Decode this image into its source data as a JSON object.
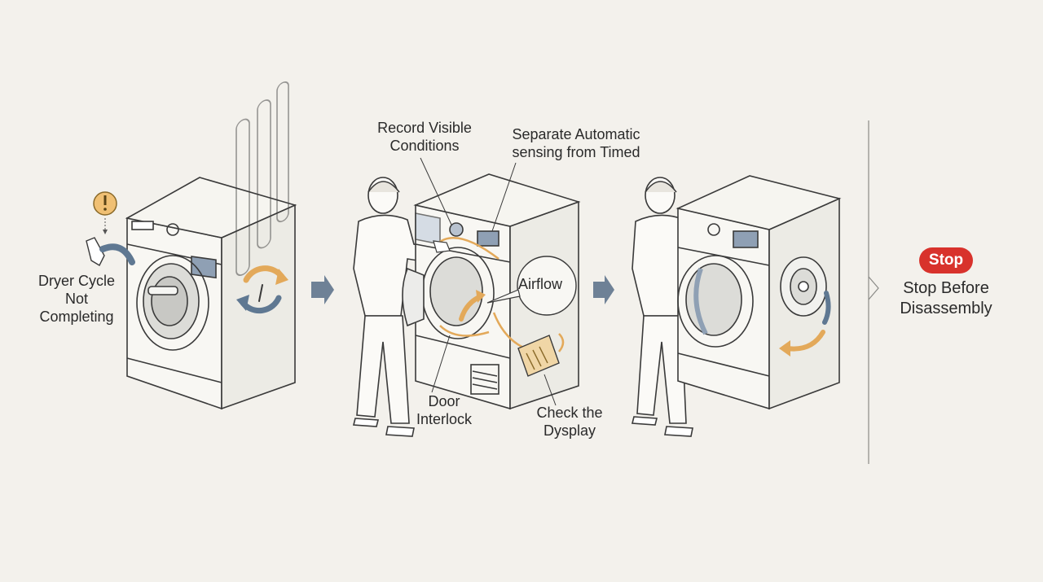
{
  "colors": {
    "background": "#f3f1ec",
    "line": "#3a3a3a",
    "accent_orange": "#e3a95a",
    "accent_blue": "#5f7892",
    "stop_red": "#d8322c"
  },
  "icons": [
    "warning-icon",
    "cycle-arrows-icon",
    "step-arrow-icon",
    "hand-pointer-icon"
  ],
  "labels": {
    "step1": {
      "line1": "Dryer Cycle",
      "line2": "Not",
      "line3": "Completing"
    },
    "record": {
      "line1": "Record Visible",
      "line2": "Conditions"
    },
    "separate": {
      "line1": "Separate Automatic",
      "line2": "sensing from Timed"
    },
    "airflow": "Airflow",
    "door": {
      "line1": "Door",
      "line2": "Interlock"
    },
    "display": {
      "line1": "Check the",
      "line2": "Dysplay"
    },
    "stop_badge": "Stop",
    "stop_text": {
      "line1": "Stop Before",
      "line2": "Disassembly"
    }
  }
}
